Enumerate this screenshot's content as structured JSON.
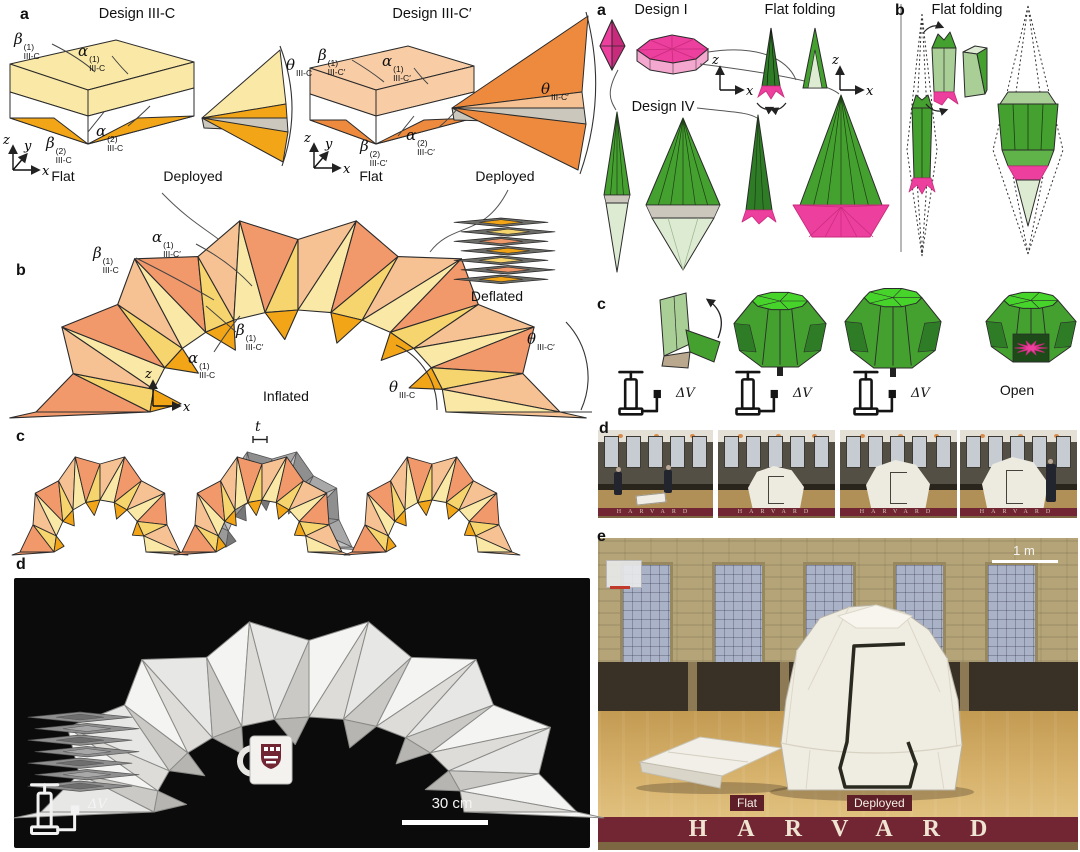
{
  "colors": {
    "stroke": "#2b2b2b",
    "salmon": "#F2996B",
    "peach": "#F6C193",
    "peachLight": "#F8CDA6",
    "paleYellow": "#FAE8A6",
    "yellow": "#F6D46E",
    "amber": "#F2A517",
    "orange": "#ED8A3E",
    "grey": "#CBC7BC",
    "pink": "#EC3F9E",
    "pinkDeep": "#C92B7C",
    "pinkLight": "#F4A8CF",
    "green": "#44A02F",
    "greenDark": "#2E7D26",
    "greenMid": "#5FB348",
    "greenLight": "#A9CF97",
    "greenPale": "#DCEBD2",
    "greenBright": "#46D32A",
    "maroon": "#722634",
    "windowBlue": "#A9B2C7",
    "photoBg": "#0B0B0B"
  },
  "left": {
    "a": {
      "letter": "a",
      "axes": {
        "z": "z",
        "y": "y",
        "x": "x"
      },
      "c": {
        "title": "Design III-C",
        "flat": "Flat",
        "deployed": "Deployed",
        "beta1": {
          "b": "β",
          "p": "(1)",
          "s": "III-C"
        },
        "alpha1": {
          "b": "α",
          "p": "(1)",
          "s": "III-C"
        },
        "beta2": {
          "b": "β",
          "p": "(2)",
          "s": "III-C"
        },
        "alpha2": {
          "b": "α",
          "p": "(2)",
          "s": "III-C"
        },
        "theta": {
          "b": "θ",
          "s": "III-C"
        }
      },
      "cp": {
        "title": "Design III-C′",
        "flat": "Flat",
        "deployed": "Deployed",
        "beta1": {
          "b": "β",
          "p": "(1)",
          "s": "III-C′"
        },
        "alpha1": {
          "b": "α",
          "p": "(1)",
          "s": "III-C′"
        },
        "beta2": {
          "b": "β",
          "p": "(2)",
          "s": "III-C′"
        },
        "alpha2": {
          "b": "α",
          "p": "(2)",
          "s": "III-C′"
        },
        "theta": {
          "b": "θ",
          "s": "III-C′"
        }
      }
    },
    "b": {
      "letter": "b",
      "deflated": "Deflated",
      "inflated": "Inflated",
      "axes": {
        "z": "z",
        "x": "x"
      },
      "alpha1cp": {
        "b": "α",
        "p": "(1)",
        "s": "III-C′"
      },
      "beta1c": {
        "b": "β",
        "p": "(1)",
        "s": "III-C"
      },
      "beta1cp": {
        "b": "β",
        "p": "(1)",
        "s": "III-C′"
      },
      "alpha1c": {
        "b": "α",
        "p": "(1)",
        "s": "III-C"
      },
      "thetac": {
        "b": "θ",
        "s": "III-C"
      },
      "thetacp": {
        "b": "θ",
        "s": "III-C′"
      }
    },
    "c": {
      "letter": "c",
      "thickness": "t"
    },
    "d": {
      "letter": "d",
      "delta_v": "ΔV",
      "scale_bar": "30 cm"
    }
  },
  "right": {
    "a": {
      "letter": "a",
      "design_i": "Design I",
      "flat_folding": "Flat folding",
      "design_iv": "Design IV",
      "axes": {
        "z": "z",
        "x": "x"
      }
    },
    "b": {
      "letter": "b",
      "flat_folding": "Flat folding"
    },
    "c": {
      "letter": "c",
      "delta_v": "ΔV",
      "open": "Open"
    },
    "d": {
      "letter": "d",
      "floor_text": "HARVARD"
    },
    "e": {
      "letter": "e",
      "scale_bar": "1 m",
      "flat_label": "Flat",
      "deployed_label": "Deployed",
      "floor_text": "HARVARD"
    }
  }
}
